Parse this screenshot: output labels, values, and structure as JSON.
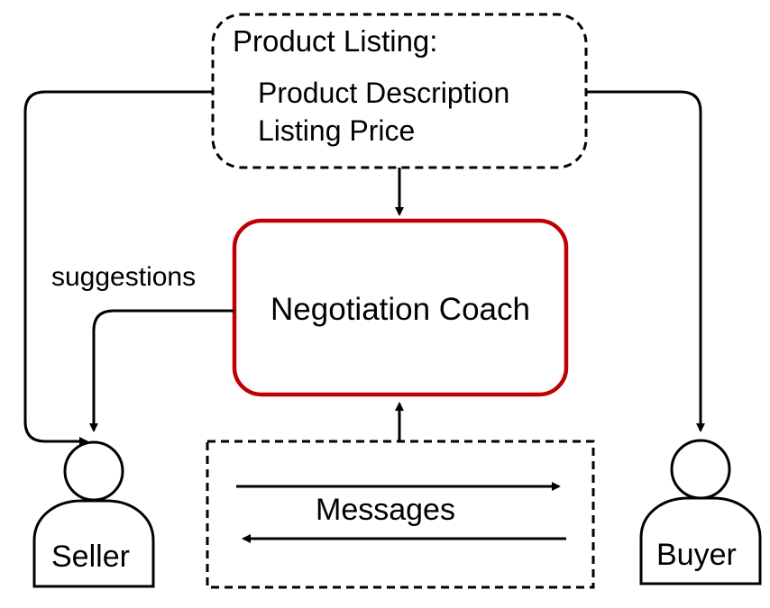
{
  "listing": {
    "title": "Product Listing:",
    "description": "Product Description",
    "price": "Listing Price"
  },
  "coach": {
    "label": "Negotiation Coach"
  },
  "edges": {
    "suggestions": "suggestions"
  },
  "messages": {
    "label": "Messages"
  },
  "actors": {
    "seller": "Seller",
    "buyer": "Buyer"
  },
  "colors": {
    "coach_border": "#c00000",
    "stroke": "#000000"
  }
}
